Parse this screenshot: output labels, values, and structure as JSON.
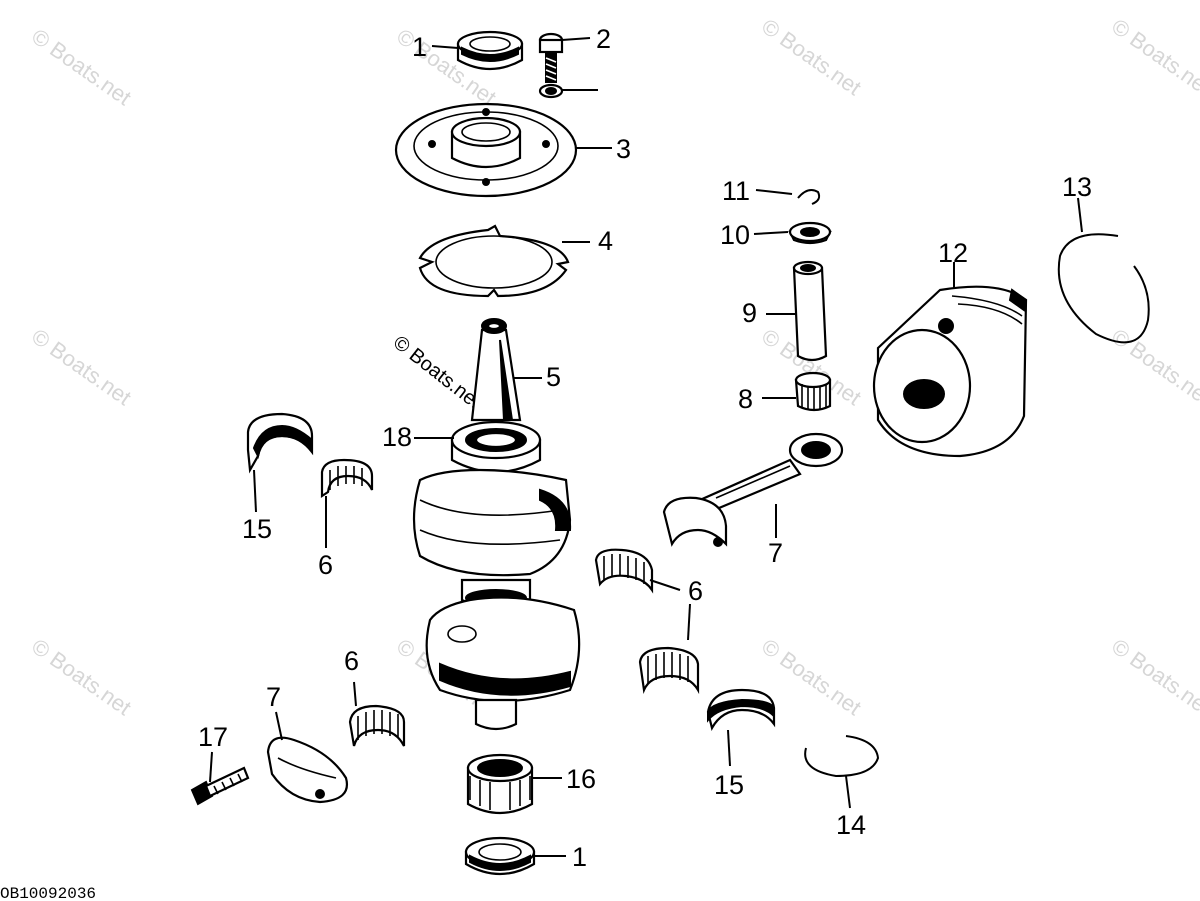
{
  "watermark": {
    "text": "© Boats.net",
    "center_text": "© Boats.net"
  },
  "diagram_code": "OB10092036",
  "callouts": [
    {
      "id": "c1a",
      "text": "1"
    },
    {
      "id": "c2",
      "text": "2"
    },
    {
      "id": "c3",
      "text": "3"
    },
    {
      "id": "c4",
      "text": "4"
    },
    {
      "id": "c5",
      "text": "5"
    },
    {
      "id": "c18",
      "text": "18"
    },
    {
      "id": "c15a",
      "text": "15"
    },
    {
      "id": "c6a",
      "text": "6"
    },
    {
      "id": "c6b",
      "text": "6"
    },
    {
      "id": "c7a",
      "text": "7"
    },
    {
      "id": "c17",
      "text": "17"
    },
    {
      "id": "c16",
      "text": "16"
    },
    {
      "id": "c1b",
      "text": "1"
    },
    {
      "id": "c11",
      "text": "11"
    },
    {
      "id": "c10",
      "text": "10"
    },
    {
      "id": "c9",
      "text": "9"
    },
    {
      "id": "c8",
      "text": "8"
    },
    {
      "id": "c12",
      "text": "12"
    },
    {
      "id": "c13",
      "text": "13"
    },
    {
      "id": "c7b",
      "text": "7"
    },
    {
      "id": "c6c",
      "text": "6"
    },
    {
      "id": "c15b",
      "text": "15"
    },
    {
      "id": "c14",
      "text": "14"
    }
  ]
}
